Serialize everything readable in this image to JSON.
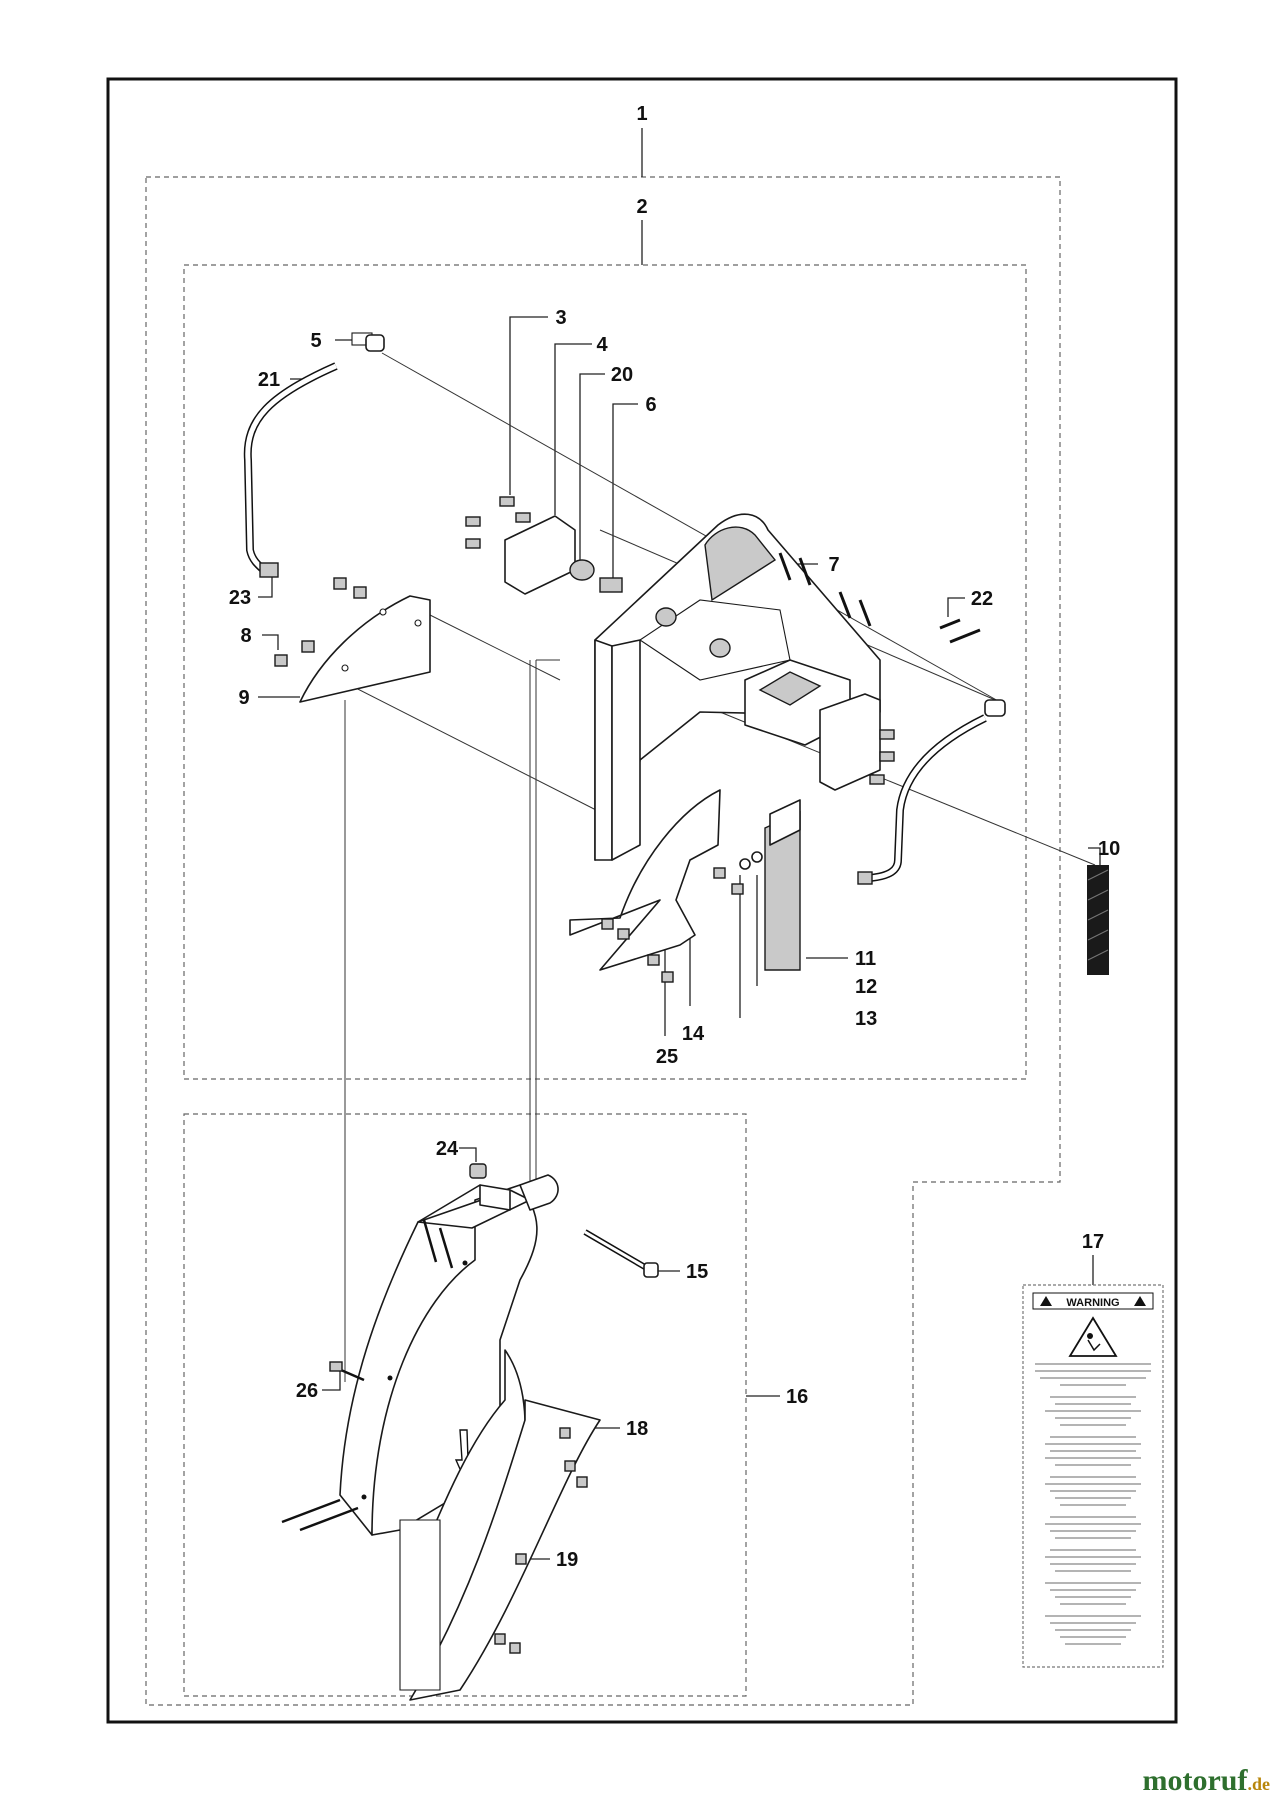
{
  "callouts": {
    "c1": "1",
    "c2": "2",
    "c3": "3",
    "c4": "4",
    "c5": "5",
    "c6": "6",
    "c7": "7",
    "c8": "8",
    "c9": "9",
    "c10": "10",
    "c11": "11",
    "c12": "12",
    "c13": "13",
    "c14": "14",
    "c15": "15",
    "c16": "16",
    "c17": "17",
    "c18": "18",
    "c19": "19",
    "c20": "20",
    "c21": "21",
    "c22": "22",
    "c23": "23",
    "c24": "24",
    "c25": "25",
    "c26": "26"
  },
  "warning_label": {
    "header": "WARNING"
  },
  "watermark": {
    "brand": "motoruf",
    "suffix": ".de",
    "brand_color": "#2e6f2e",
    "suffix_color": "#b8860b"
  },
  "colors": {
    "frame": "#111111",
    "dashed": "#666666",
    "part_shade": "#c9c9c9"
  }
}
